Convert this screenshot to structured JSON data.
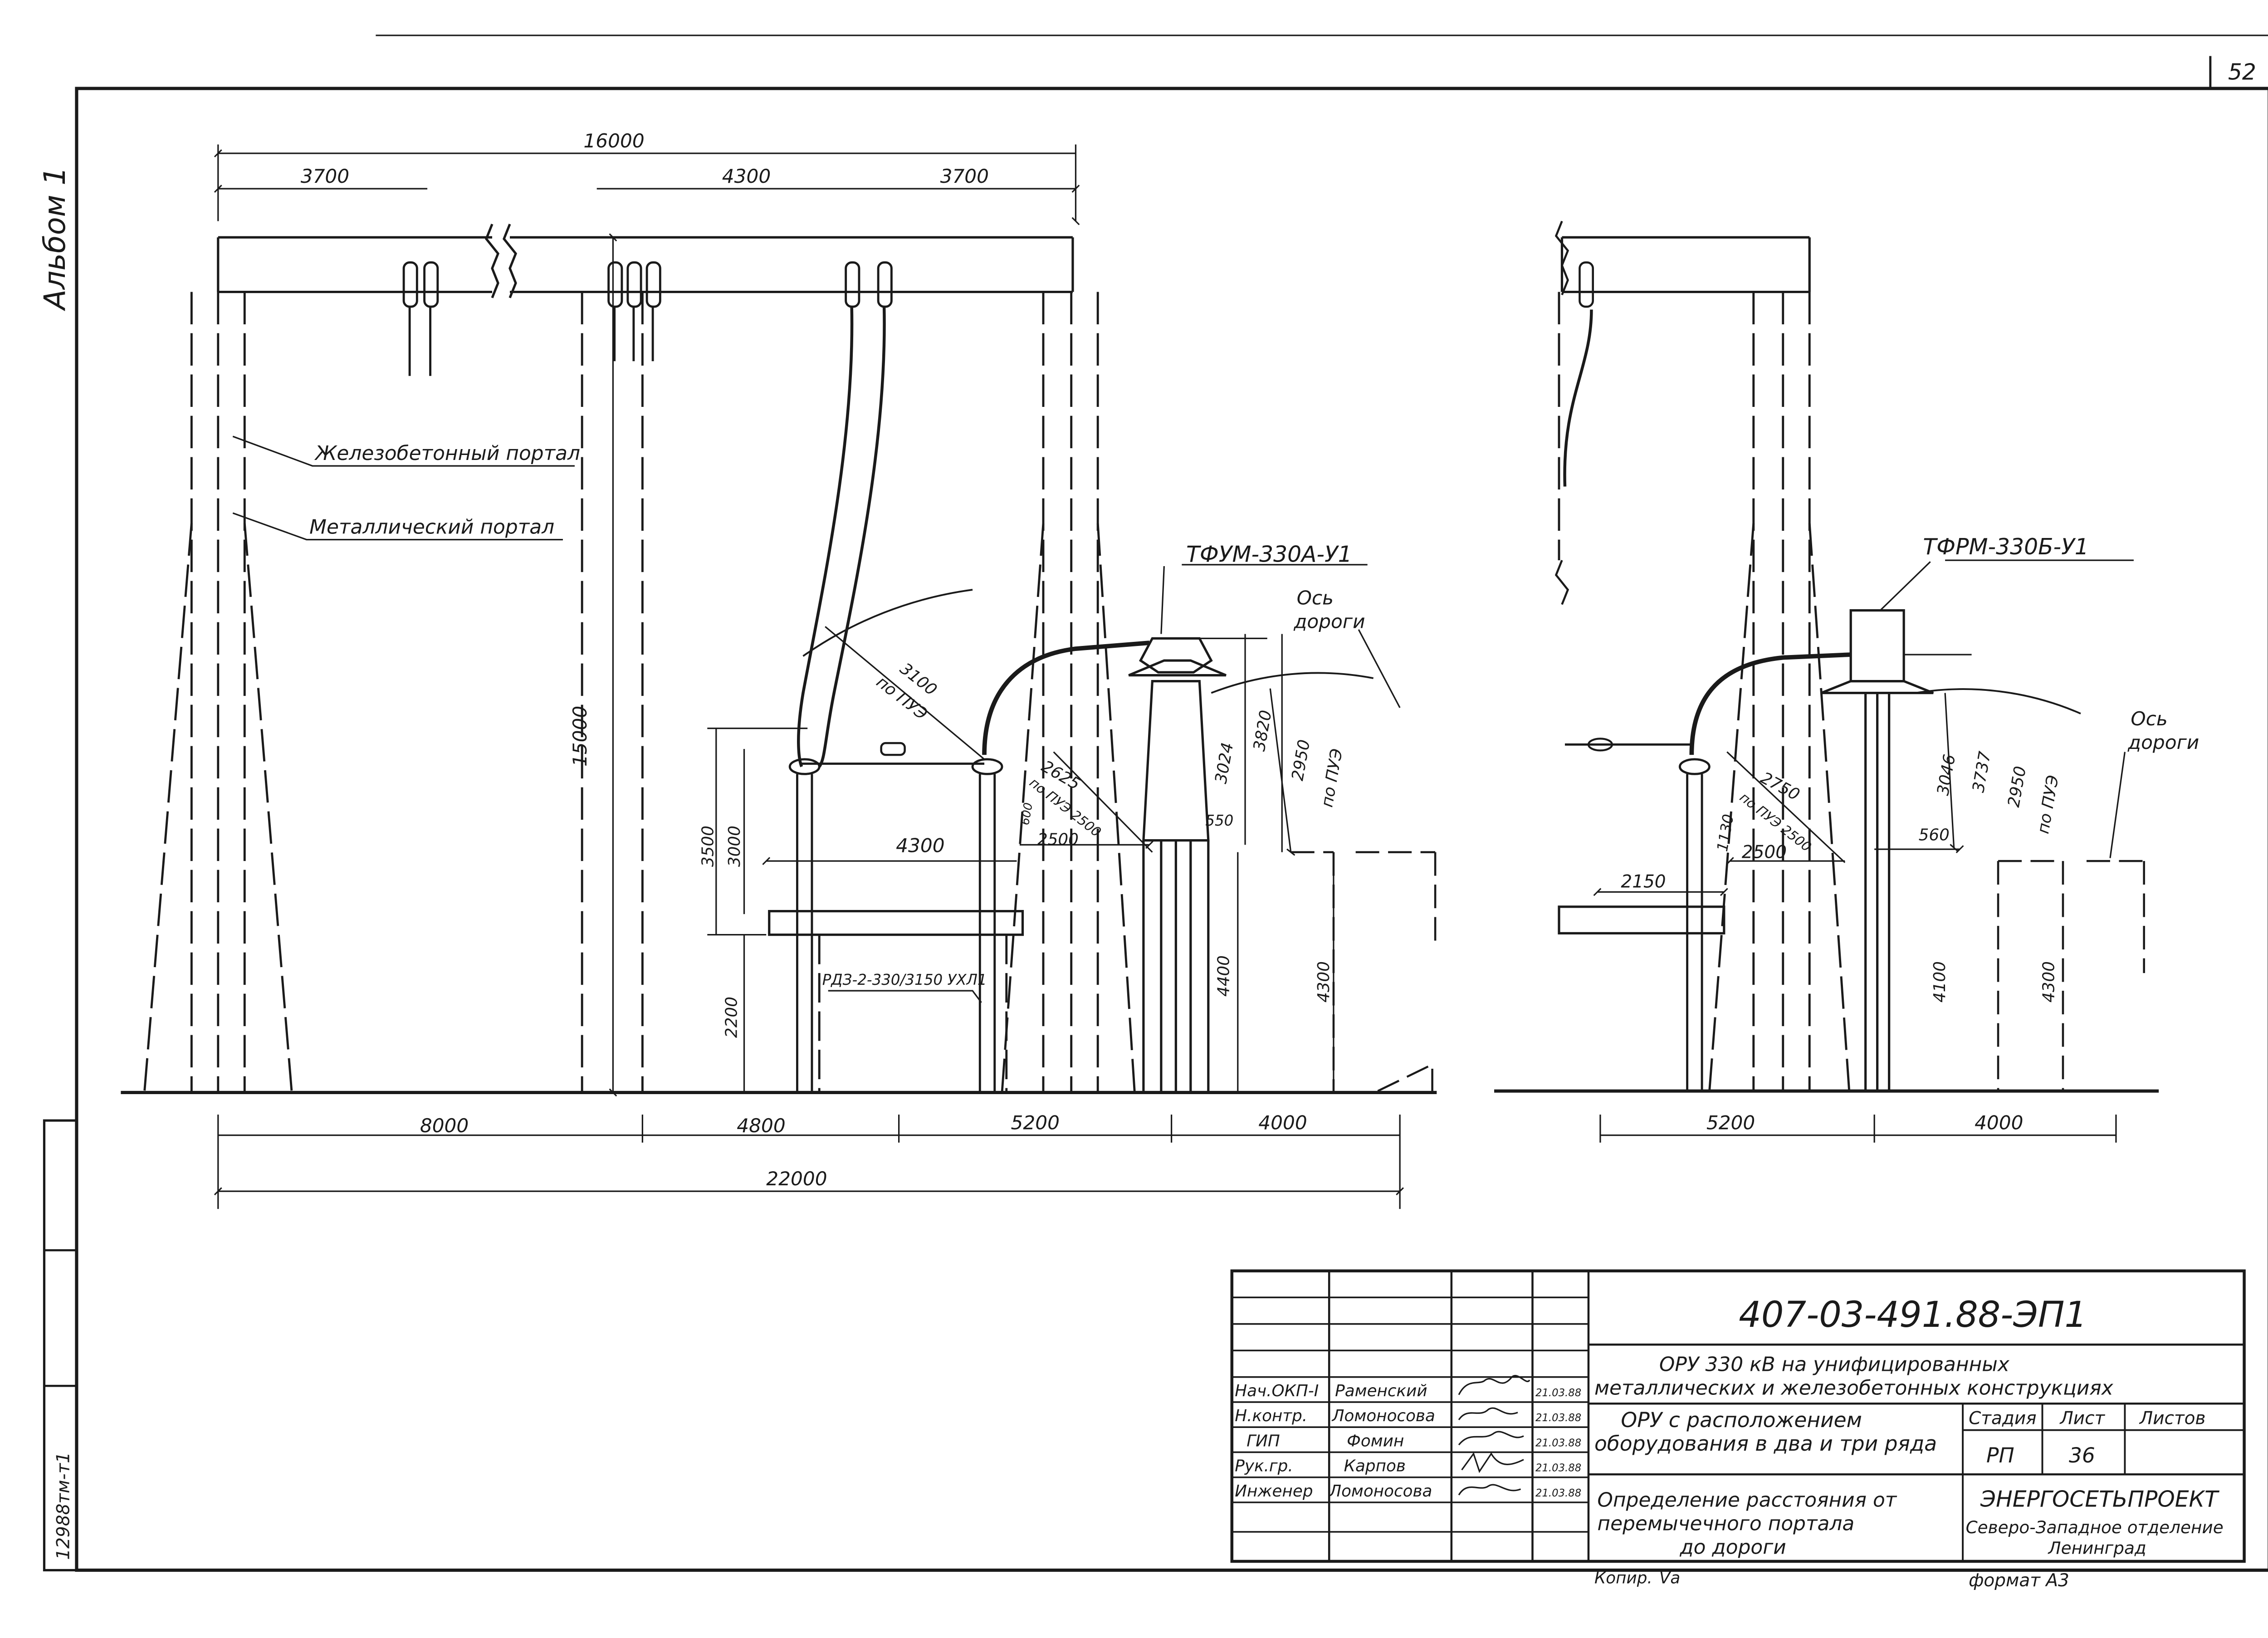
{
  "sheet": {
    "page_number": "52",
    "album_label": "Альбом 1",
    "inventory_number": "12988тм-т1",
    "copied_label": "Копир.",
    "copied_sign": "Vа",
    "format_label": "формат А3"
  },
  "left_view": {
    "dims": {
      "top_total": "16000",
      "top_a": "3700",
      "top_b": "4300",
      "top_c": "3700",
      "height": "15000",
      "h_3500": "3500",
      "h_3000": "3000",
      "h_2200": "2200",
      "h_4300_mid": "4300",
      "arc_3100": "3100",
      "arc_3100_note": "по ПУЭ",
      "d_2625": "2625",
      "d_2625_note": "по ПУЭ 2500",
      "d_600": "600",
      "d_2500": "2500",
      "h_3024": "3024",
      "h_3820": "3820",
      "arc_2950": "2950",
      "arc_2950_note": "по ПУЭ",
      "d_550": "550",
      "h_4400": "4400",
      "h_4300_road": "4300",
      "bottom_a": "8000",
      "bottom_b": "4800",
      "bottom_c": "5200",
      "bottom_d": "4000",
      "bottom_total": "22000"
    },
    "labels": {
      "concrete_portal": "Железобетонный портал",
      "metal_portal": "Металлический портал",
      "ct_name": "ТФУМ-330А-У1",
      "road_axis_1": "Ось",
      "road_axis_2": "дороги",
      "disconnector": "РДЗ-2-330/3150 УХЛ1"
    }
  },
  "right_view": {
    "dims": {
      "d_2150": "2150",
      "d_1130": "1130",
      "d_2750": "2750",
      "d_2750_note": "по ПУЭ 2500",
      "d_2500": "2500",
      "h_3046": "3046",
      "h_3737": "3737",
      "arc_2950": "2950",
      "arc_2950_note": "по ПУЭ",
      "d_560": "560",
      "h_4100": "4100",
      "h_4300": "4300",
      "bottom_a": "5200",
      "bottom_b": "4000"
    },
    "labels": {
      "ct_name": "ТФРМ-330Б-У1",
      "road_axis_1": "Ось",
      "road_axis_2": "дороги"
    }
  },
  "title_block": {
    "doc_code": "407-03-491.88-ЭП1",
    "project_line1": "ОРУ 330 кВ на унифицированных",
    "project_line2": "металлических и железобетонных конструкциях",
    "drawing_line1": "ОРУ с расположением",
    "drawing_line2": "оборудования в два и три ряда",
    "sheet_line1": "Определение расстояния от",
    "sheet_line2": "перемычечного портала",
    "sheet_line3": "до дороги",
    "stage_label": "Стадия",
    "sheet_label": "Лист",
    "sheets_label": "Листов",
    "stage_value": "РП",
    "sheet_value": "36",
    "org_line1": "ЭНЕРГОСЕТЬПРОЕКТ",
    "org_line2": "Северо-Западное отделение",
    "org_line3": "Ленинград",
    "people": [
      {
        "role": "Нач.ОКП-I",
        "name": "Раменский",
        "date": "21.03.88"
      },
      {
        "role": "Н.контр.",
        "name": "Ломоносова",
        "date": "21.03.88"
      },
      {
        "role": "ГИП",
        "name": "Фомин",
        "date": "21.03.88"
      },
      {
        "role": "Рук.гр.",
        "name": "Карпов",
        "date": "21.03.88"
      },
      {
        "role": "Инженер",
        "name": "Ломоносова",
        "date": "21.03.88"
      }
    ]
  }
}
